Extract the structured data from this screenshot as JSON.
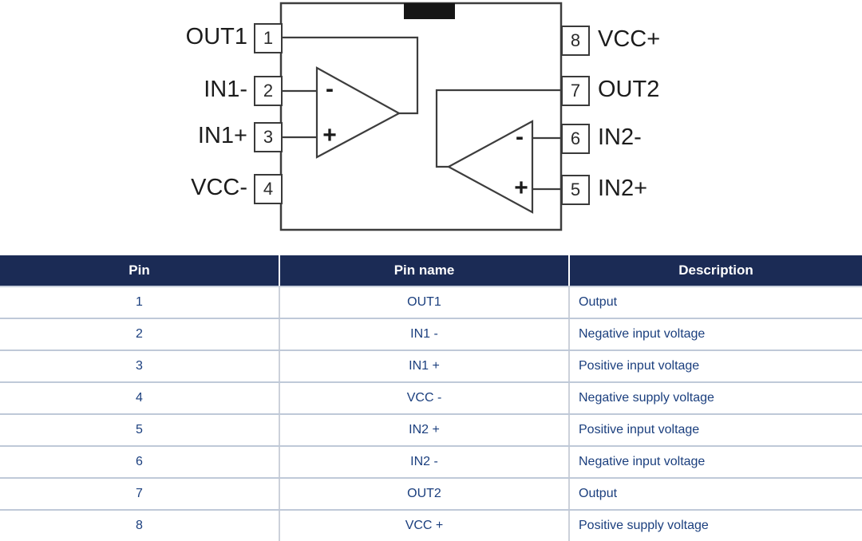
{
  "diagram": {
    "left_pins": [
      {
        "number": "1",
        "label": "OUT1"
      },
      {
        "number": "2",
        "label": "IN1-"
      },
      {
        "number": "3",
        "label": "IN1+"
      },
      {
        "number": "4",
        "label": "VCC-"
      }
    ],
    "right_pins": [
      {
        "number": "8",
        "label": "VCC+"
      },
      {
        "number": "7",
        "label": "OUT2"
      },
      {
        "number": "6",
        "label": "IN2-"
      },
      {
        "number": "5",
        "label": "IN2+"
      }
    ],
    "opamp1": {
      "minus": "-",
      "plus": "+"
    },
    "opamp2": {
      "minus": "-",
      "plus": "+"
    }
  },
  "table": {
    "headers": [
      "Pin",
      "Pin name",
      "Description"
    ],
    "rows": [
      [
        "1",
        "OUT1",
        "Output"
      ],
      [
        "2",
        "IN1 -",
        "Negative input voltage"
      ],
      [
        "3",
        "IN1 +",
        "Positive input voltage"
      ],
      [
        "4",
        "VCC -",
        "Negative supply voltage"
      ],
      [
        "5",
        "IN2 +",
        "Positive input voltage"
      ],
      [
        "6",
        "IN2 -",
        "Negative input voltage"
      ],
      [
        "7",
        "OUT2",
        "Output"
      ],
      [
        "8",
        "VCC +",
        "Positive supply voltage"
      ]
    ]
  },
  "colors": {
    "header_bg": "#1b2b55",
    "header_text": "#ffffff",
    "cell_text": "#1b3f7e",
    "diagram_stroke": "#3d3d3d",
    "notch_fill": "#161616"
  }
}
